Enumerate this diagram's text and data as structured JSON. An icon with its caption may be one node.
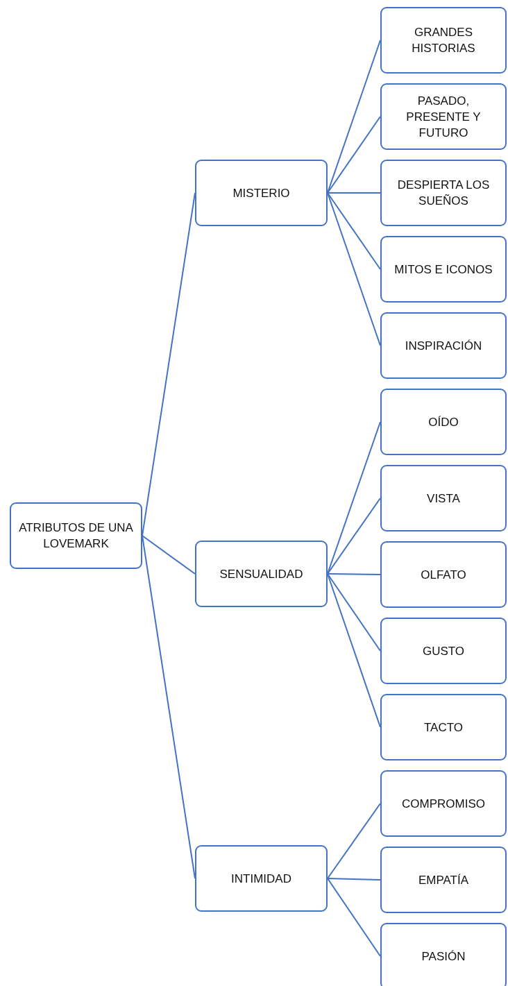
{
  "diagram": {
    "nodes": [
      {
        "text": [
          "ATRIBUTOS DE UNA LOVEMARK"
        ]
      },
      {
        "text": [
          "MISTERIO"
        ]
      },
      {
        "text": [
          "GRANDES HISTORIAS"
        ]
      },
      {
        "text": [
          "PASADO, PRESENTE Y FUTURO"
        ]
      },
      {
        "text": [
          "DESPIERTA LOS SUEÑOS"
        ]
      },
      {
        "text": [
          "MITOS E ICONOS"
        ]
      },
      {
        "text": [
          "INSPIRACIÓN"
        ]
      },
      {
        "text": [
          "SENSUALIDAD"
        ]
      },
      {
        "text": [
          "OÍDO"
        ]
      },
      {
        "text": [
          "VISTA"
        ]
      },
      {
        "text": [
          "OLFATO"
        ]
      },
      {
        "text": [
          "GUSTO"
        ]
      },
      {
        "text": [
          "TACTO"
        ]
      },
      {
        "text": [
          "INTIMIDAD"
        ]
      },
      {
        "text": [
          "COMPROMISO"
        ]
      },
      {
        "text": [
          "EMPATÍA"
        ]
      },
      {
        "text": [
          "PASIÓN"
        ]
      }
    ],
    "edges": [
      {
        "from": 0,
        "to": 1,
        "arrow": "none"
      },
      {
        "from": 0,
        "to": 7,
        "arrow": "none"
      },
      {
        "from": 0,
        "to": 13,
        "arrow": "none"
      },
      {
        "from": 1,
        "to": 2,
        "arrow": "none"
      },
      {
        "from": 1,
        "to": 3,
        "arrow": "none"
      },
      {
        "from": 1,
        "to": 4,
        "arrow": "none"
      },
      {
        "from": 1,
        "to": 5,
        "arrow": "none"
      },
      {
        "from": 1,
        "to": 6,
        "arrow": "none"
      },
      {
        "from": 7,
        "to": 8,
        "arrow": "none"
      },
      {
        "from": 7,
        "to": 9,
        "arrow": "none"
      },
      {
        "from": 7,
        "to": 10,
        "arrow": "none"
      },
      {
        "from": 7,
        "to": 11,
        "arrow": "none"
      },
      {
        "from": 7,
        "to": 12,
        "arrow": "none"
      },
      {
        "from": 13,
        "to": 14,
        "arrow": "none"
      },
      {
        "from": 13,
        "to": 15,
        "arrow": "none"
      },
      {
        "from": 13,
        "to": 16,
        "arrow": "none"
      }
    ]
  }
}
